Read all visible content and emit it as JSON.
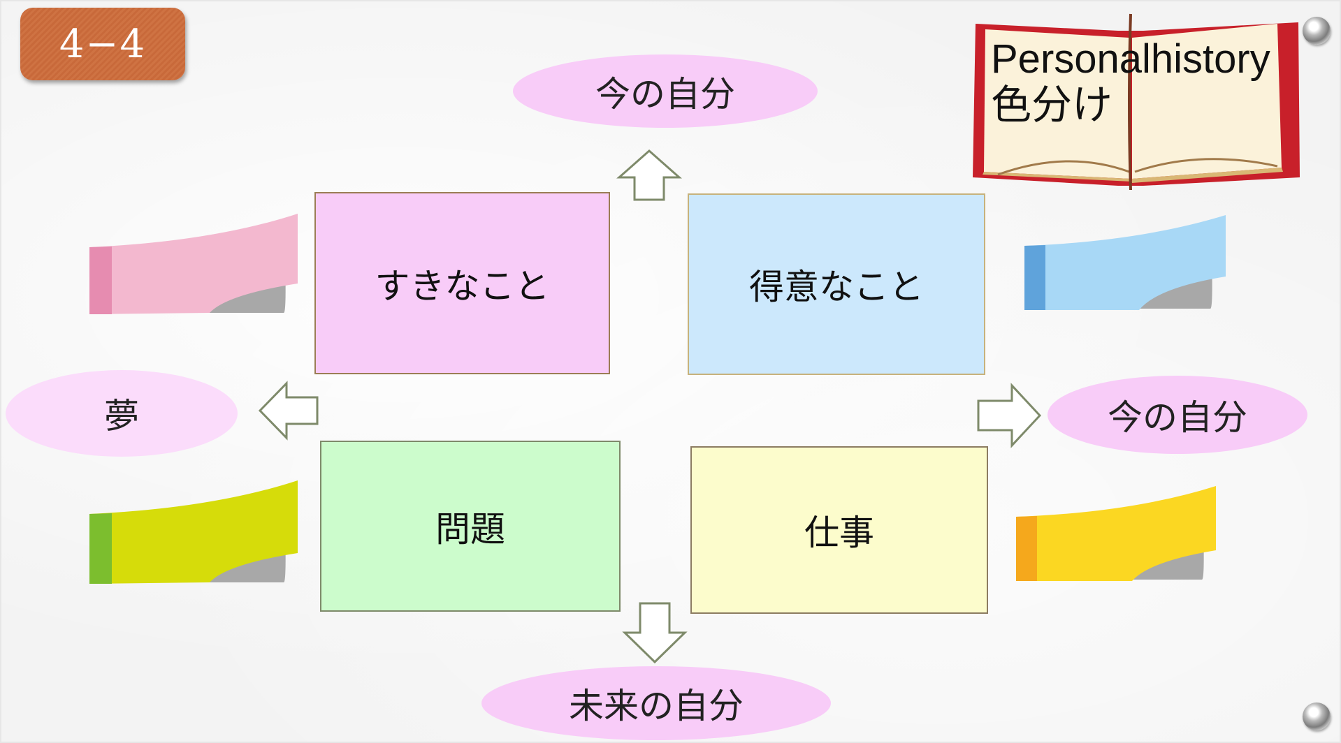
{
  "slide_number": "4−4",
  "book": {
    "title": "Personalhistory",
    "subtitle": "色分け"
  },
  "center_boxes": {
    "likes": "すきなこと",
    "strengths": "得意なこと",
    "problems": "問題",
    "work": "仕事"
  },
  "outer_labels": {
    "top": "今の自分",
    "left": "夢",
    "right": "今の自分",
    "bottom": "未来の自分"
  },
  "colors": {
    "likes": "#f8ccf8",
    "strengths": "#cce8fc",
    "problems": "#ccfccc",
    "work": "#fcfccc",
    "ellipse": "#f8ccf8",
    "ellipse_pale": "#fbdcfb",
    "badge": "#cb6e3f",
    "tab_pink": "#f3b8cf",
    "tab_blue": "#a8d8f6",
    "tab_green": "#d6dc0a",
    "tab_yellow": "#fbd722"
  }
}
